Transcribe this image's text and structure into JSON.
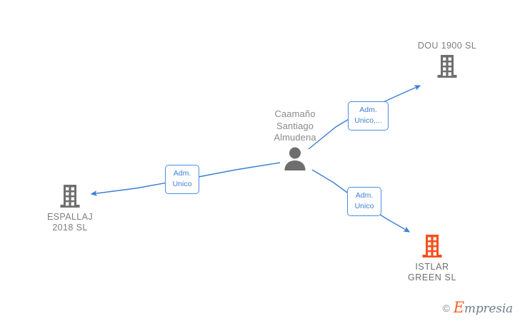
{
  "diagram": {
    "type": "relationship-graph",
    "background": "#ffffff",
    "colors": {
      "edge": "#3d7fd4",
      "label_border": "#4a8fe0",
      "label_text": "#3d7fd4",
      "node_gray": "#6e6e6e",
      "node_highlight": "#f4511e",
      "caption_text": "#7d7d7d"
    },
    "center": {
      "id": "person",
      "kind": "person",
      "icon": "person-icon",
      "name": "Caamaño\nSantiago\nAlmudena",
      "color": "#6e6e6e"
    },
    "nodes": [
      {
        "id": "dou",
        "kind": "company",
        "icon": "building-icon",
        "name": "DOU 1900 SL",
        "color": "#6e6e6e",
        "highlighted": false,
        "caption_position": "above"
      },
      {
        "id": "espallaj",
        "kind": "company",
        "icon": "building-icon",
        "name": "ESPALLAJ\n2018  SL",
        "color": "#6e6e6e",
        "highlighted": false,
        "caption_position": "below"
      },
      {
        "id": "istlar",
        "kind": "company",
        "icon": "building-icon",
        "name": "ISTLAR\nGREEN  SL",
        "color": "#f4511e",
        "highlighted": true,
        "caption_position": "below"
      }
    ],
    "edges": [
      {
        "id": "edge-dou",
        "from": "person",
        "to": "dou",
        "label": "Adm.\nUnico,...",
        "direction": "to-target"
      },
      {
        "id": "edge-espallaj",
        "from": "person",
        "to": "espallaj",
        "label": "Adm.\nUnico",
        "direction": "to-target"
      },
      {
        "id": "edge-istlar",
        "from": "person",
        "to": "istlar",
        "label": "Adm.\nUnico",
        "direction": "to-target"
      }
    ]
  },
  "watermark": {
    "copyright": "©",
    "brand_initial": "E",
    "brand_rest": "mpresia"
  }
}
